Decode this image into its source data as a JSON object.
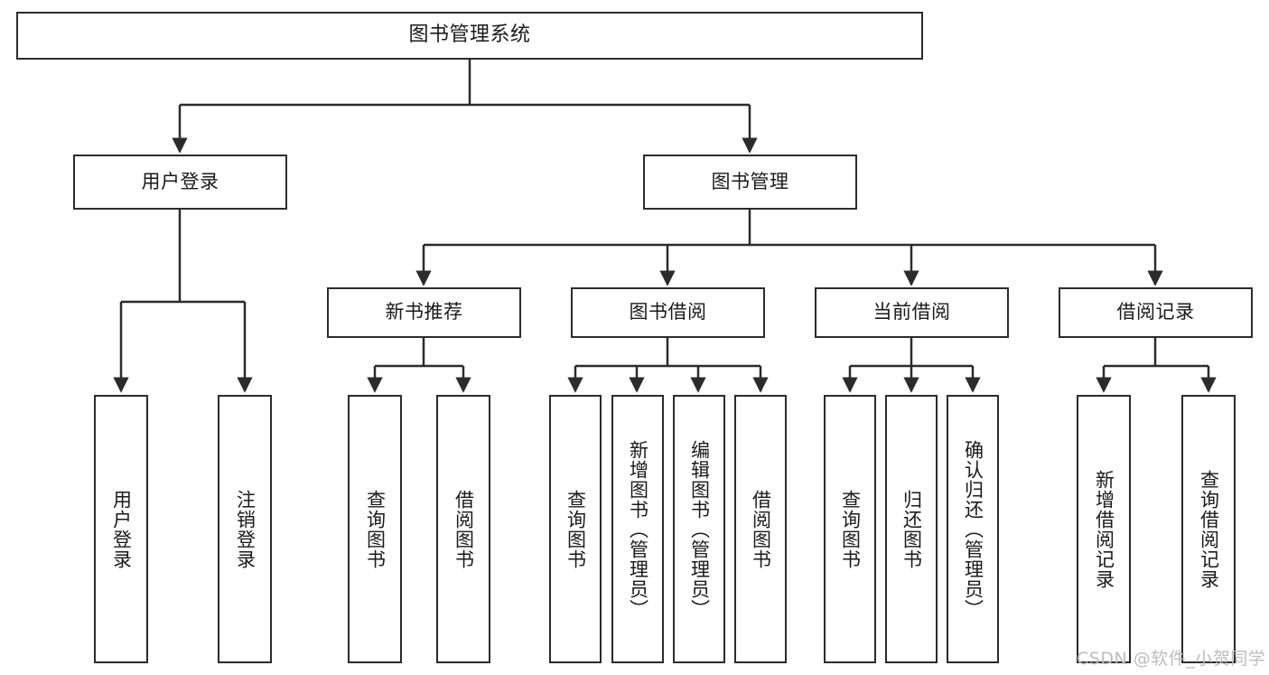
{
  "diagram": {
    "title": "图书管理系统",
    "watermark": "CSDN @软件_小贺同学",
    "colors": {
      "background": "#ffffff",
      "box_border": "#2b2b2b",
      "box_fill": "#ffffff",
      "text": "#1a1a1a",
      "edge": "#2b2b2b",
      "watermark": "#bdbdbd"
    },
    "nodes": {
      "root": "图书管理系统",
      "level1": [
        "用户登录",
        "图书管理"
      ],
      "level2": [
        "新书推荐",
        "图书借阅",
        "当前借阅",
        "借阅记录"
      ],
      "leaves_user_login": [
        "用户登录",
        "注销登录"
      ],
      "leaves_new_book": [
        "查询图书",
        "借阅图书"
      ],
      "leaves_borrow": [
        "查询图书",
        "新增图书（管理员）",
        "编辑图书（管理员）",
        "借阅图书"
      ],
      "leaves_current": [
        "查询图书",
        "归还图书",
        "确认归还（管理员）"
      ],
      "leaves_record": [
        "新增借阅记录",
        "查询借阅记录"
      ]
    }
  }
}
